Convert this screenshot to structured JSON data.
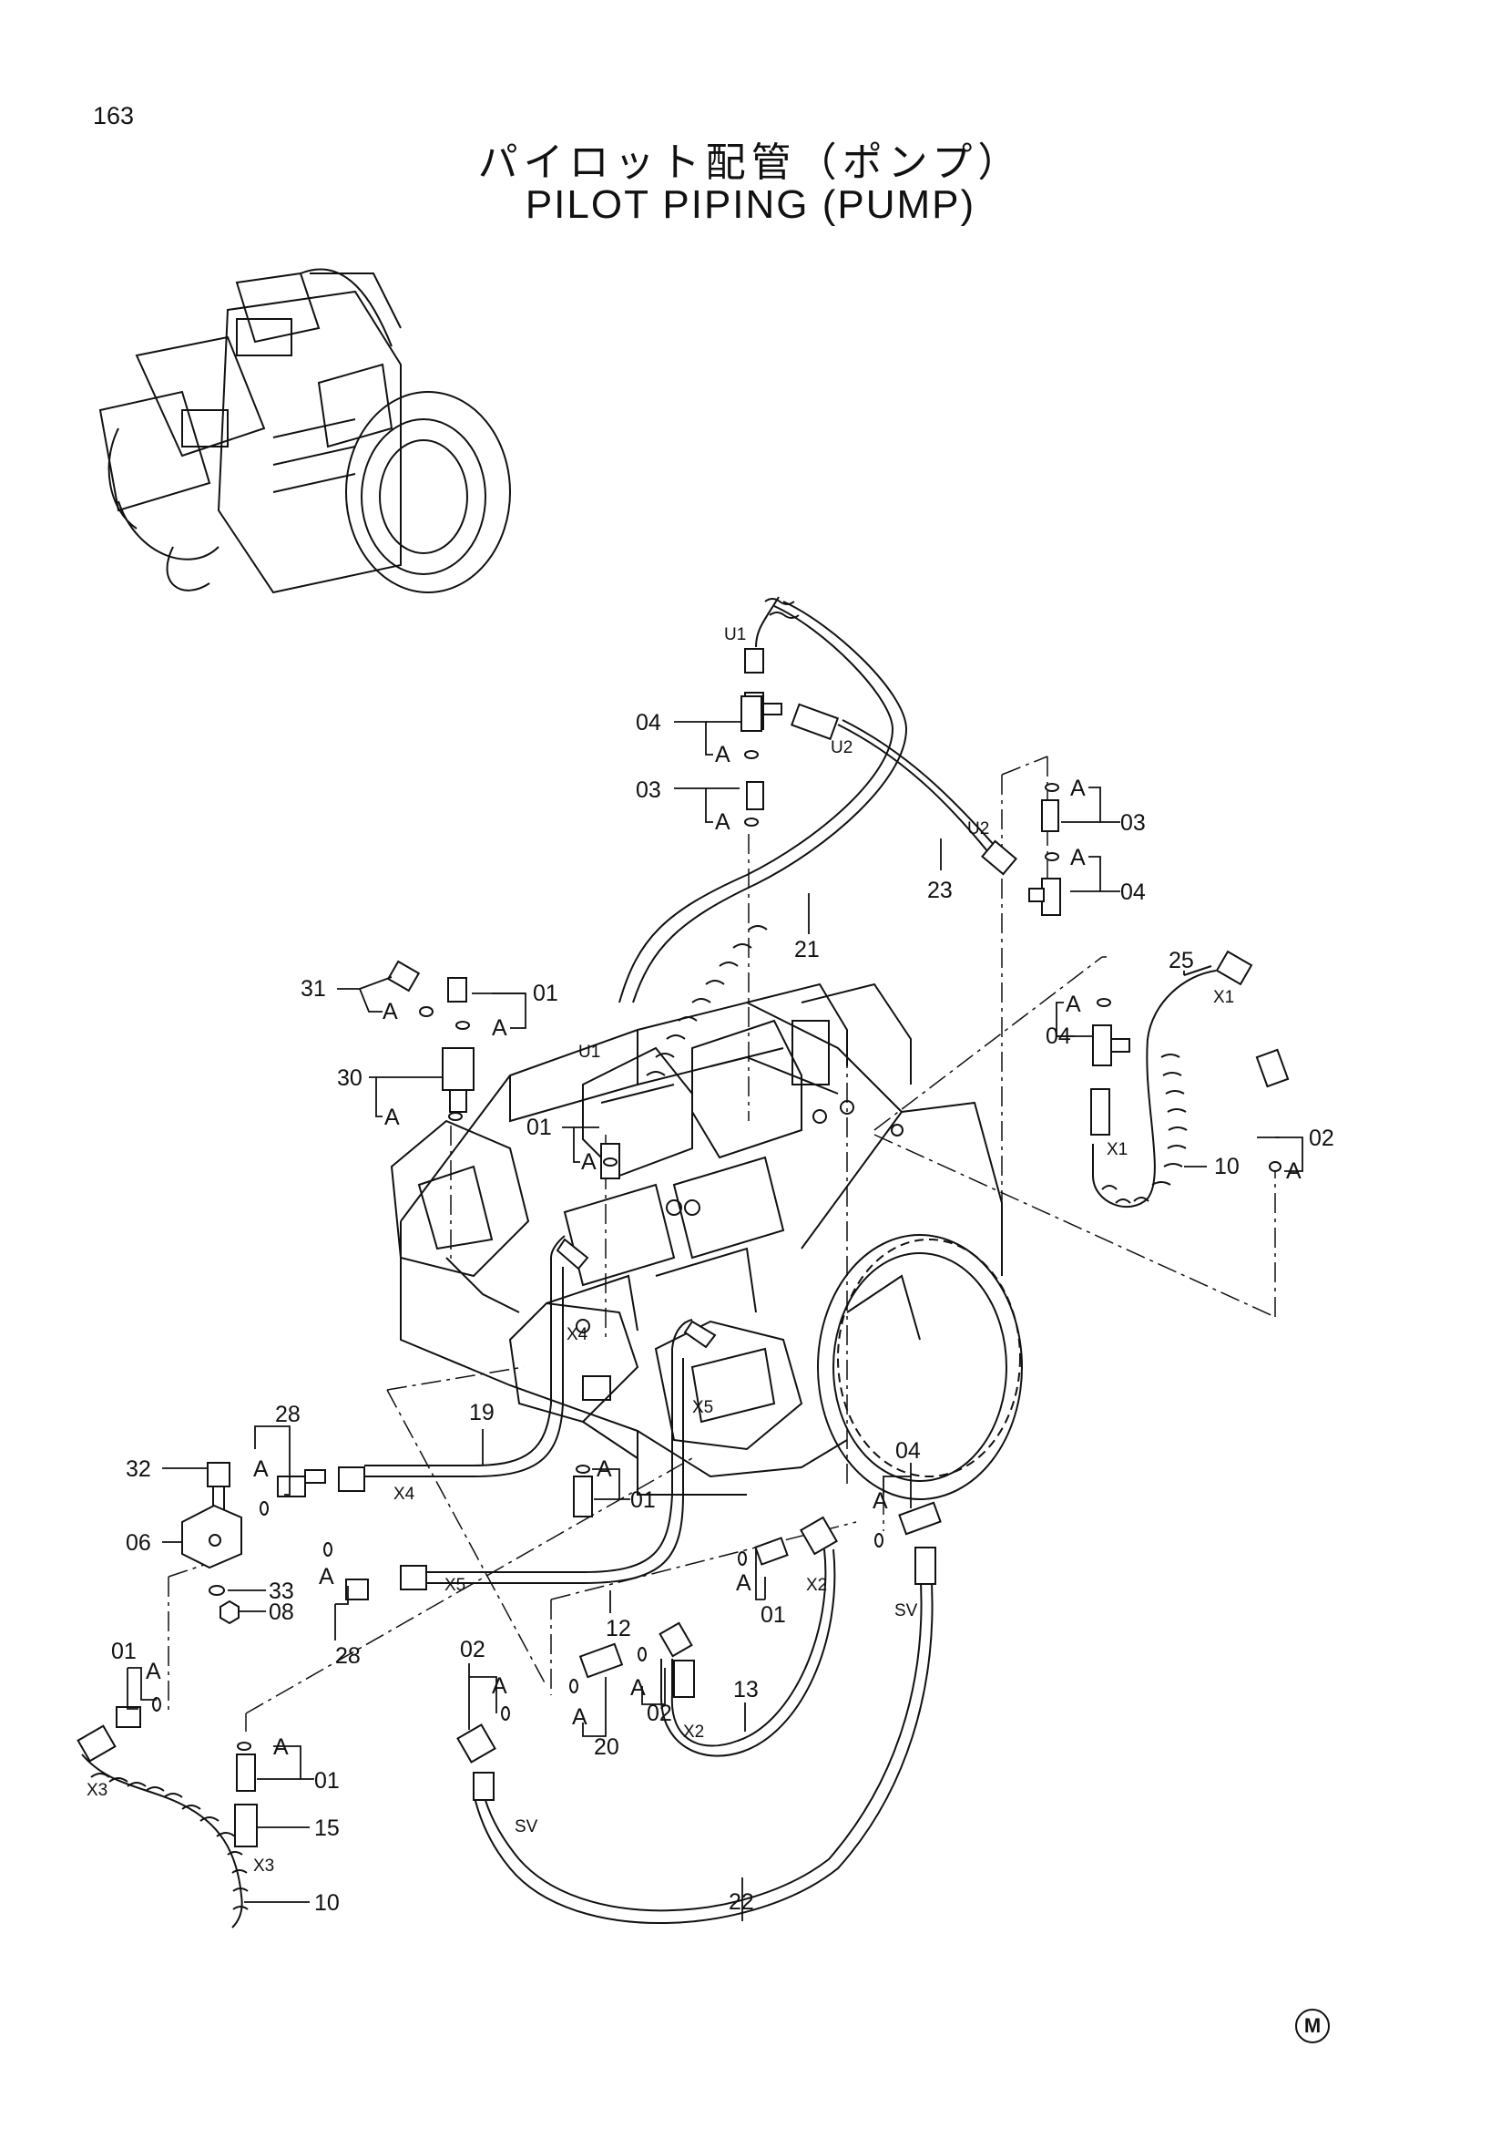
{
  "page_number": "163",
  "title_jp": "パイロット配管（ポンプ）",
  "title_en": "PILOT PIPING (PUMP)",
  "mark": "M",
  "callouts": {
    "p01": "01",
    "p02": "02",
    "p03": "03",
    "p04": "04",
    "p06": "06",
    "p08": "08",
    "p10": "10",
    "p12": "12",
    "p13": "13",
    "p15": "15",
    "p19": "19",
    "p20": "20",
    "p21": "21",
    "p22": "22",
    "p23": "23",
    "p25": "25",
    "p28": "28",
    "p30": "30",
    "p31": "31",
    "p32": "32",
    "p33": "33",
    "A": "A",
    "U1": "U1",
    "U2": "U2",
    "X1": "X1",
    "X2": "X2",
    "X3": "X3",
    "X4": "X4",
    "X5": "X5",
    "SV": "SV"
  }
}
